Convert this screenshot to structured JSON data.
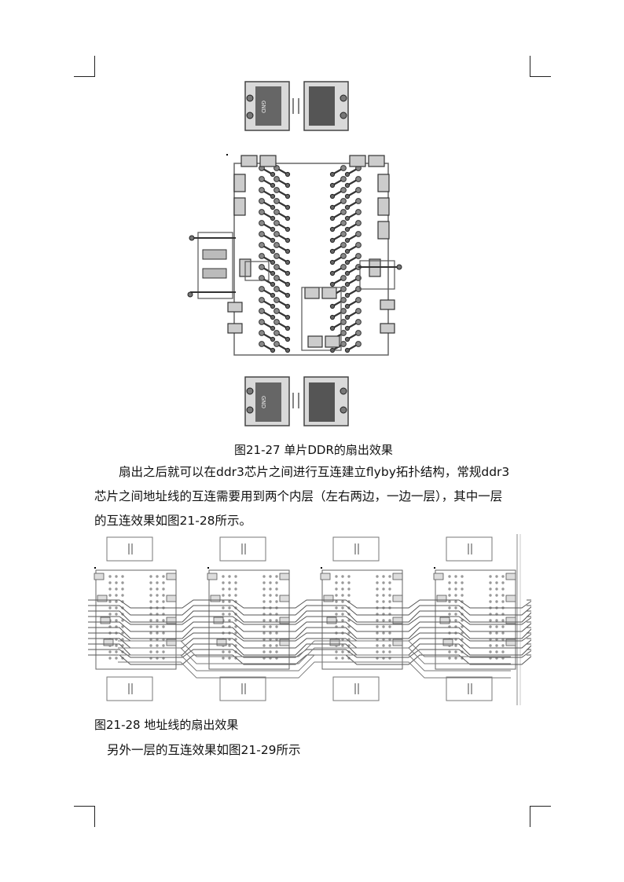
{
  "figure1": {
    "caption": "图21-27 单片DDR的扇出效果",
    "top_cap_left_label": "GND",
    "bottom_cap_left_label": "GND"
  },
  "paragraph": {
    "line1": "扇出之后就可以在ddr3芯片之间进行互连建立flyby拓扑结构，常规ddr3",
    "line2": "芯片之间地址线的互连需要用到两个内层（左右两边，一边一层），其中一层",
    "line3": "的互连效果如图21-28所示。"
  },
  "figure2": {
    "caption": "图21-28 地址线的扇出效果"
  },
  "closing_text": "另外一层的互连效果如图21-29所示"
}
